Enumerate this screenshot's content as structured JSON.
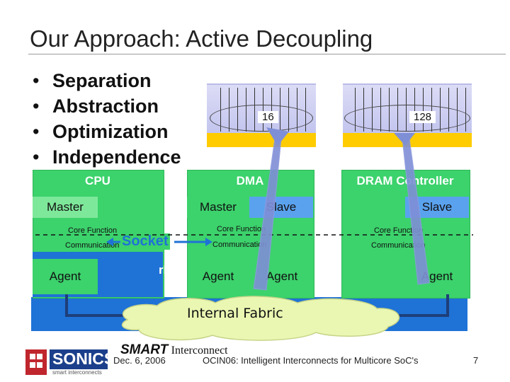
{
  "slide": {
    "title": "Our Approach: Active Decoupling",
    "bullets": [
      "Separation",
      "Abstraction",
      "Optimization",
      "Independence"
    ],
    "bullet_marker": "•"
  },
  "diagram": {
    "memory_width_left": "16",
    "memory_width_right": "128",
    "blocks": {
      "cpu": "CPU",
      "dma": "DMA",
      "dram": "DRAM Controller"
    },
    "roles": {
      "cpu_master": "Master",
      "dma_master": "Master",
      "dma_slave": "Slave",
      "dram_slave": "Slave"
    },
    "labels": {
      "core_function": "Core Function",
      "communication": "Communication",
      "socket": "Socket",
      "network_fragment": "rk",
      "agent": "Agent"
    },
    "fabric_label": "Internal Fabric"
  },
  "footer": {
    "brand": "SONICS",
    "brand_sub": "smart interconnects",
    "product": "SMART",
    "product_sub": "Interconnect",
    "date": "Dec. 6, 2006",
    "text": "OCIN06: Intelligent Interconnects for Multicore SoC's",
    "page": "7"
  },
  "colors": {
    "green": "#3cd26c",
    "blue": "#1f72d6",
    "slave_blue": "#5aa2ee",
    "yellow": "#ffcc00",
    "lavender": "#c8caf0"
  }
}
